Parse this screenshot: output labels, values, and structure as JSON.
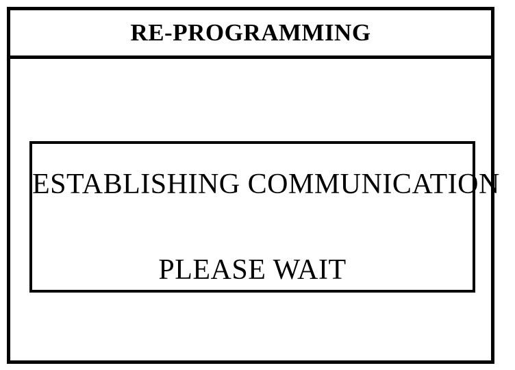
{
  "screen": {
    "background_color": "#ffffff",
    "foreground_color": "#000000",
    "title": "RE-PROGRAMMING"
  },
  "message_panel": {
    "status_primary": "ESTABLISHING COMMUNICATION",
    "status_secondary": "PLEASE WAIT"
  }
}
